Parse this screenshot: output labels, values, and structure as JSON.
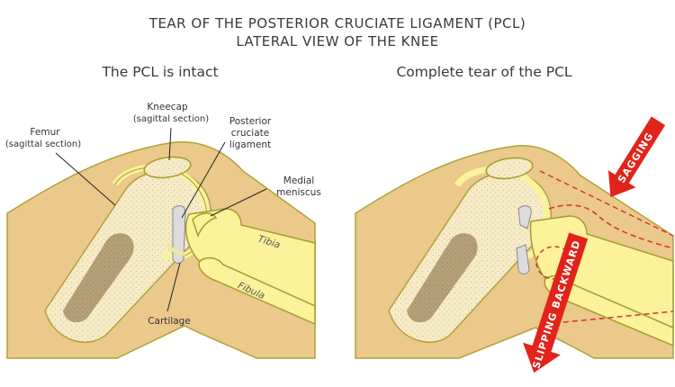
{
  "title": {
    "line1": "TEAR OF THE POSTERIOR CRUCIATE LIGAMENT (PCL)",
    "line2": "LATERAL VIEW OF THE KNEE"
  },
  "left_panel": {
    "heading": "The PCL is intact",
    "labels": {
      "kneecap_1": "Kneecap",
      "kneecap_2": "(sagittal section)",
      "femur_1": "Femur",
      "femur_2": "(sagittal section)",
      "pcl_1": "Posterior",
      "pcl_2": "cruciate",
      "pcl_3": "ligament",
      "meniscus_1": "Medial",
      "meniscus_2": "meniscus",
      "tibia": "Tibia",
      "fibula": "Fibula",
      "cartilage": "Cartilage"
    }
  },
  "right_panel": {
    "heading": "Complete tear of the PCL",
    "arrow_sagging": "SAGGING",
    "arrow_slipping": "SLIPPING BACKWARD"
  },
  "colors": {
    "skin": "#eac98b",
    "skin_stroke": "#b0a13a",
    "bone": "#fbf29a",
    "bone_stroke": "#a59c2e",
    "spongy": "#f5e6bf",
    "marrow": "#b49e77",
    "ligament": "#dcdcdc",
    "arrow": "#e2231a",
    "dash": "#d83030"
  }
}
